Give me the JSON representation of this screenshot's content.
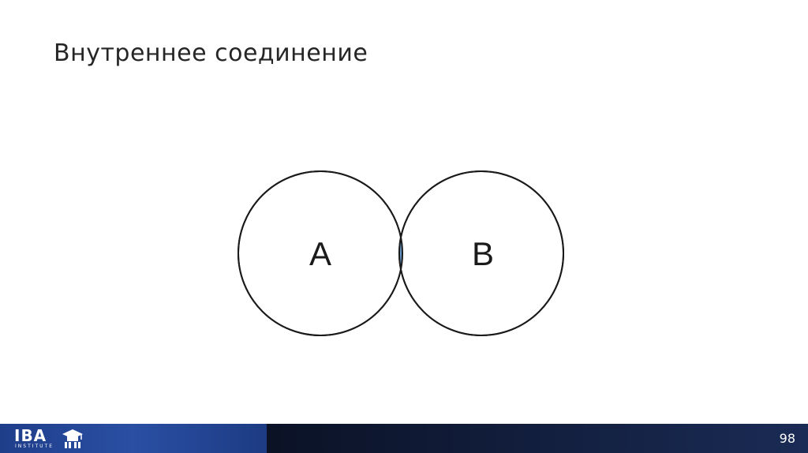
{
  "slide": {
    "title": "Внутреннее соединение",
    "page_number": "98"
  },
  "diagram": {
    "left_label": "A",
    "right_label": "B",
    "intersection_color": "#6699cc",
    "outline_color": "#1a1a1a"
  },
  "footer": {
    "logo_text": "IBA",
    "logo_subtext": "INSTITUTE",
    "logo_emblem_icon": "graduation-cap-icon",
    "band_colors": [
      "#2a4fa3",
      "#0f1a33"
    ]
  }
}
